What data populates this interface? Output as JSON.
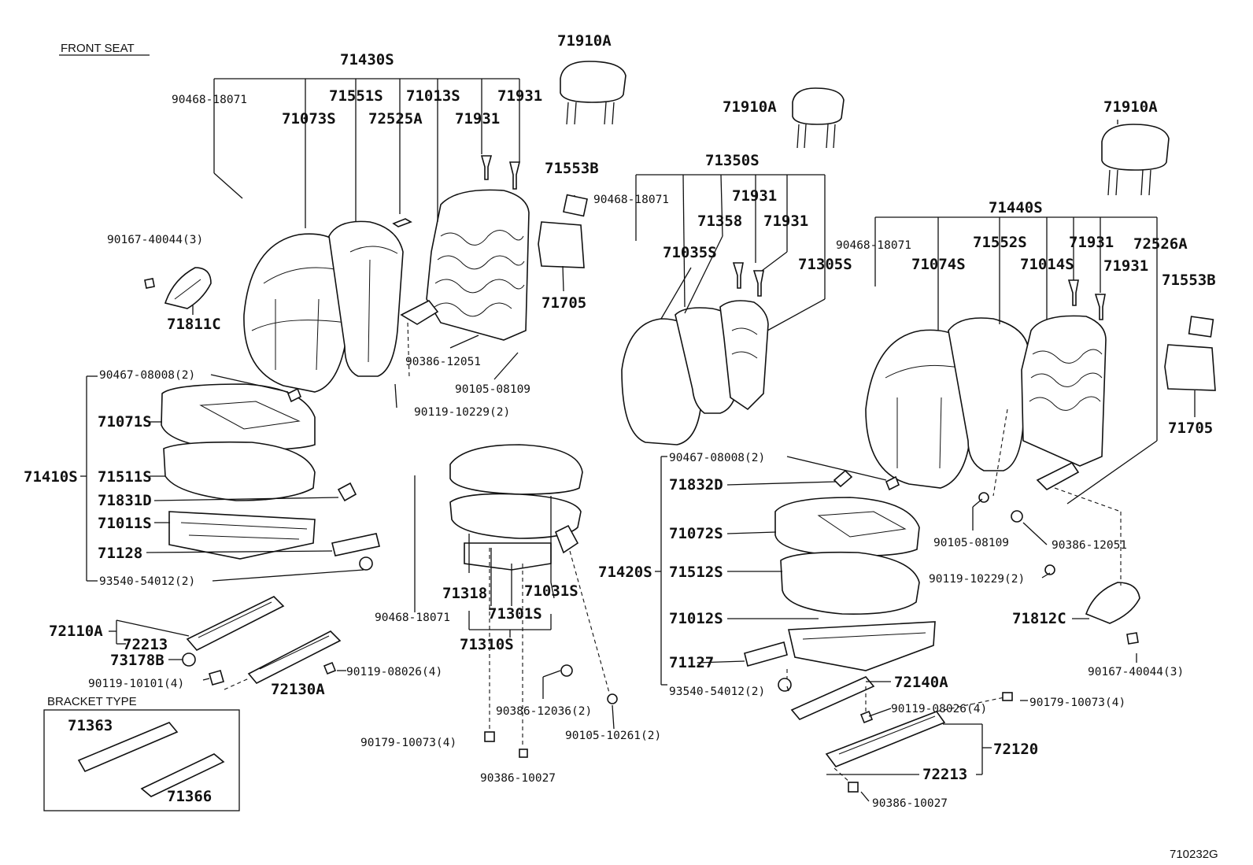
{
  "title": "FRONT SEAT",
  "figure_code": "710232G",
  "bracket_type_title": "BRACKET TYPE",
  "labels": {
    "l71430s": "71430S",
    "l71910a_1": "71910A",
    "l90468_1": "90468-18071",
    "l71551s": "71551S",
    "l71013s": "71013S",
    "l71931_1": "71931",
    "l71073s": "71073S",
    "l72525a": "72525A",
    "l71931_2": "71931",
    "l71553b_1": "71553B",
    "l90167_1": "90167-40044(3)",
    "l71811c": "71811C",
    "l71705_1": "71705",
    "l90386_12051_1": "90386-12051",
    "l90105_08109_1": "90105-08109",
    "l90467_1": "90467-08008(2)",
    "l90119_10229_1": "90119-10229(2)",
    "l71071s": "71071S",
    "l71410s": "71410S",
    "l71511s": "71511S",
    "l71831d": "71831D",
    "l71011s": "71011S",
    "l71128": "71128",
    "l93540_1": "93540-54012(2)",
    "l72110a": "72110A",
    "l72213_1": "72213",
    "l73178b": "73178B",
    "l90119_10101": "90119-10101(4)",
    "l72130a": "72130A",
    "l90119_08026_1": "90119-08026(4)",
    "l71363": "71363",
    "l71366": "71366",
    "l71910a_2": "71910A",
    "l71350s": "71350S",
    "l90468_2": "90468-18071",
    "l71931_3": "71931",
    "l71358": "71358",
    "l71931_4": "71931",
    "l71035s": "71035S",
    "l71305s": "71305S",
    "l90468_3": "90468-18071",
    "l71318": "71318",
    "l71031s": "71031S",
    "l71301s": "71301S",
    "l71310s": "71310S",
    "l90386_12036": "90386-12036(2)",
    "l90105_10261": "90105-10261(2)",
    "l90179_1": "90179-10073(4)",
    "l90386_10027_1": "90386-10027",
    "l71910a_3": "71910A",
    "l71440s": "71440S",
    "l90468_4": "90468-18071",
    "l71074s": "71074S",
    "l71552s": "71552S",
    "l71931_5": "71931",
    "l72526a": "72526A",
    "l71014s": "71014S",
    "l71931_6": "71931",
    "l71553b_2": "71553B",
    "l71705_2": "71705",
    "l90467_2": "90467-08008(2)",
    "l71832d": "71832D",
    "l71072s": "71072S",
    "l90105_08109_2": "90105-08109",
    "l90386_12051_2": "90386-12051",
    "l71420s": "71420S",
    "l71512s": "71512S",
    "l90119_10229_2": "90119-10229(2)",
    "l71012s": "71012S",
    "l71812c": "71812C",
    "l71127": "71127",
    "l93540_2": "93540-54012(2)",
    "l90167_2": "90167-40044(3)",
    "l72140a": "72140A",
    "l90119_08026_2": "90119-08026(4)",
    "l90179_2": "90179-10073(4)",
    "l72120": "72120",
    "l72213_2": "72213",
    "l90386_10027_2": "90386-10027"
  }
}
